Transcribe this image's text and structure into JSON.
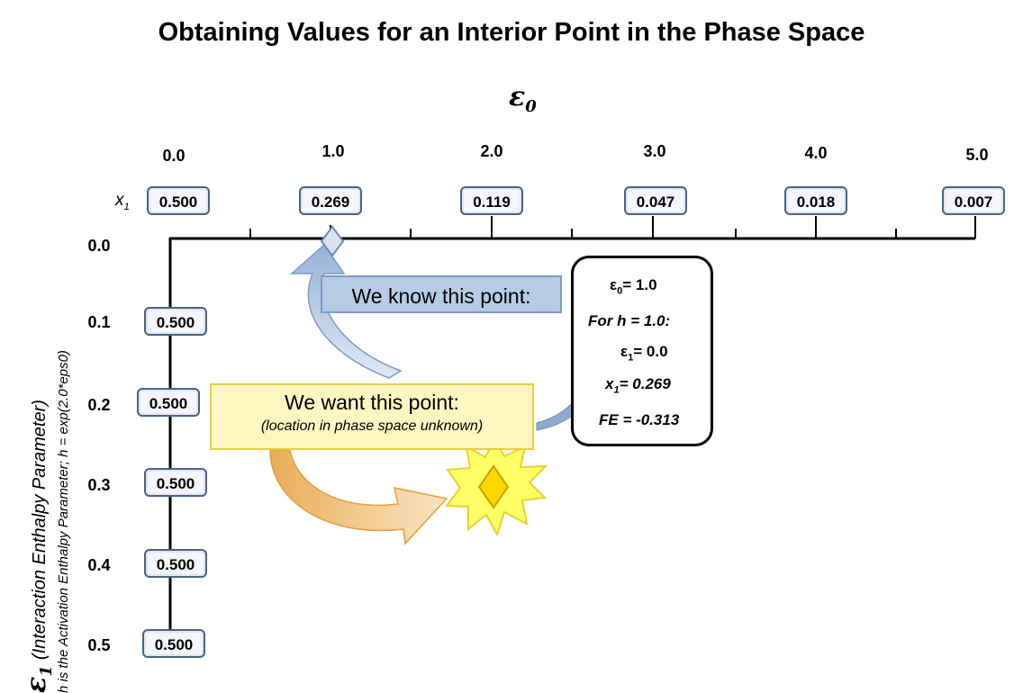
{
  "title": "Obtaining Values for an Interior Point in the Phase Space",
  "x_axis": {
    "symbol": "ε",
    "subscript": "0",
    "ticks": [
      "0.0",
      "1.0",
      "2.0",
      "3.0",
      "4.0",
      "5.0"
    ],
    "row_label_symbol": "x",
    "row_label_subscript": "1",
    "x1_values": [
      "0.500",
      "0.269",
      "0.119",
      "0.047",
      "0.018",
      "0.007"
    ]
  },
  "y_axis": {
    "symbol": "ε",
    "subscript": "1",
    "description": "(Interaction Enthalpy Parameter)",
    "note": "h is the Activation Enthalpy Parameter; h = exp(2.0*eps0)",
    "ticks": [
      "0.0",
      "0.1",
      "0.2",
      "0.3",
      "0.4",
      "0.5"
    ],
    "x1_values": [
      "0.500",
      "0.500",
      "0.500",
      "0.500",
      "0.500"
    ]
  },
  "known_point": {
    "label": "We know this point:"
  },
  "wanted_point": {
    "label": "We want this point:",
    "sublabel": "(location in phase space unknown)"
  },
  "info_box": {
    "eps0_sym": "ε",
    "eps0_sub": "0",
    "eps0_val": "= 1.0",
    "h_line": "For h = 1.0:",
    "eps1_sym": "ε",
    "eps1_sub": "1",
    "eps1_val": "= 0.0",
    "x1_sym": "x",
    "x1_sub": "1",
    "x1_val": "= 0.269",
    "fe_line": "FE = -0.313"
  },
  "colors": {
    "known_fill": "#b7cbe4",
    "wanted_fill": "#fdf6c1",
    "box_border": "#4a6384",
    "star_fill": "#ffff66",
    "diamond_fill": "#ffd800"
  }
}
